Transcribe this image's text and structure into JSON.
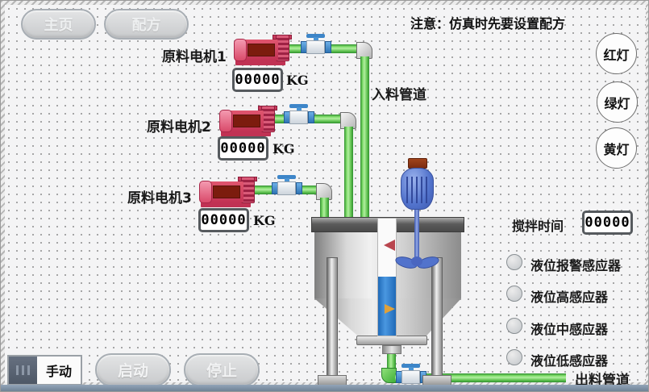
{
  "window": {
    "note": "注意：仿真时先要设置配方"
  },
  "nav": {
    "home": "主页",
    "recipe": "配方"
  },
  "lights": [
    {
      "label": "红灯"
    },
    {
      "label": "绿灯"
    },
    {
      "label": "黄灯"
    }
  ],
  "motors": [
    {
      "label": "原料电机1",
      "value": "00000",
      "unit": "KG"
    },
    {
      "label": "原料电机2",
      "value": "00000",
      "unit": "KG"
    },
    {
      "label": "原料电机3",
      "value": "00000",
      "unit": "KG"
    }
  ],
  "pipes": {
    "inlet": "入料管道",
    "outlet": "出料管道"
  },
  "stir": {
    "label": "搅拌时间",
    "value": "00000"
  },
  "sensors": [
    {
      "label": "液位报警感应器"
    },
    {
      "label": "液位高感应器"
    },
    {
      "label": "液位中感应器"
    },
    {
      "label": "液位低感应器"
    }
  ],
  "controls": {
    "manual": "手动",
    "start": "启动",
    "stop": "停止"
  },
  "colors": {
    "pipe_green": "#5fc84f",
    "pump_red": "#c23254",
    "valve_blue": "#4a94d4",
    "liquid_blue": "#2e7fd0",
    "agitator_blue": "#5273cc",
    "status_bar": "#7e92a6"
  }
}
